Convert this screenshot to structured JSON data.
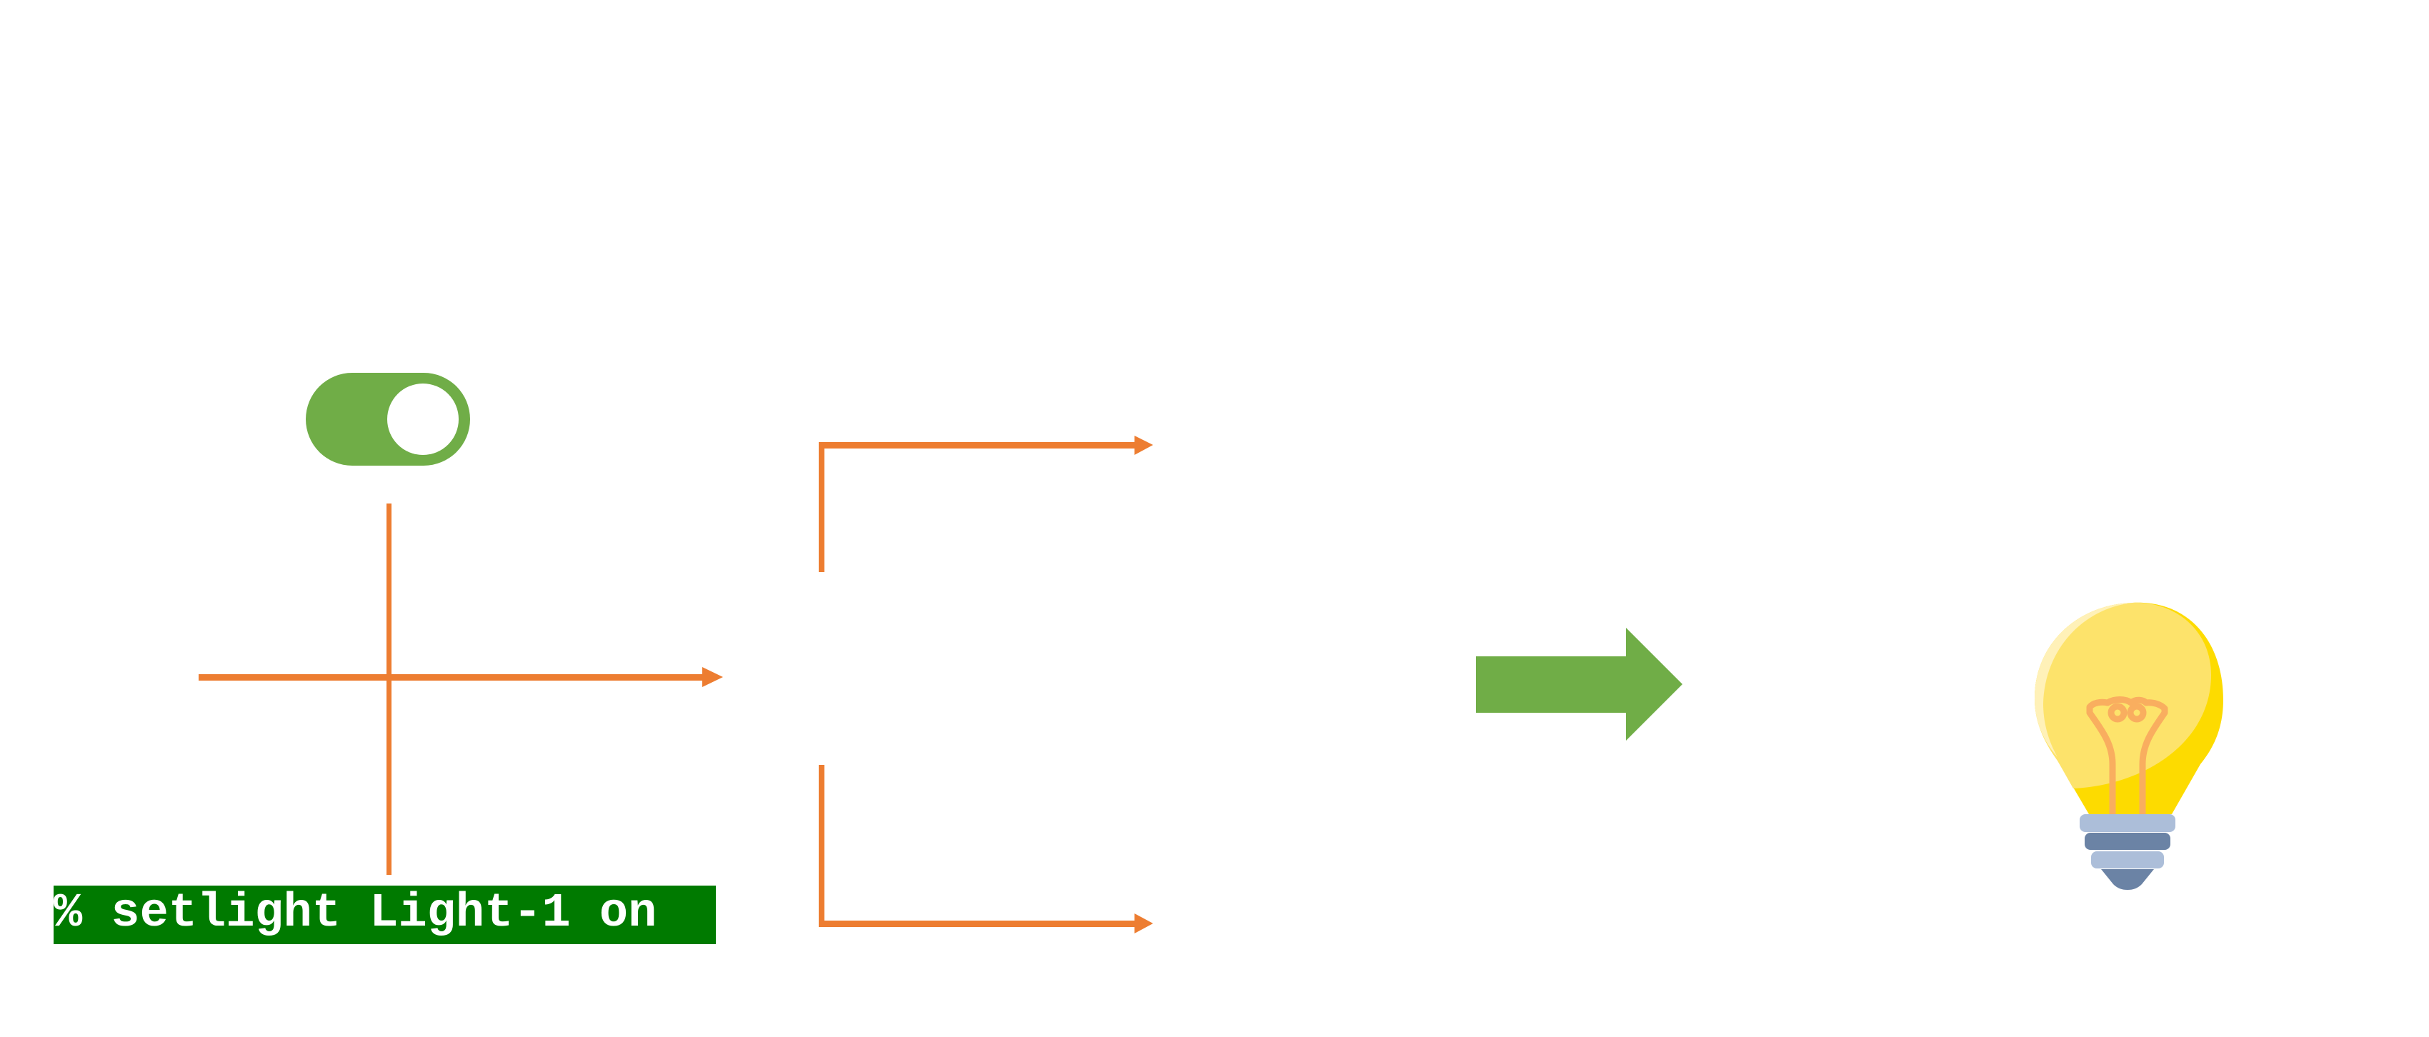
{
  "diagram": {
    "title": "",
    "colors": {
      "toggle": "#70AD47",
      "toggle_knob": "#FFFFFF",
      "connector": "#ED7D31",
      "command_bg": "#007A00",
      "command_text": "#FFFFFF",
      "flow_arrow": "#70AD47",
      "bulb_glass": "#FDE36B",
      "bulb_shade": "#FDDB00",
      "bulb_highlight": "#FFF1B8",
      "bulb_filament": "#F9AE5F",
      "bulb_base_light": "#ACBED9",
      "bulb_base_dark": "#6B83A5"
    },
    "nodes": [
      {
        "id": "toggle",
        "icon": "toggle-switch-icon",
        "state": "on"
      },
      {
        "id": "command",
        "label": "% setlight Light-1 on"
      },
      {
        "id": "branch",
        "icon": "branch-connector"
      },
      {
        "id": "flow-arrow",
        "icon": "arrow-right-icon"
      },
      {
        "id": "bulb",
        "icon": "lightbulb-icon",
        "state": "lit"
      }
    ],
    "command": {
      "text": "% setlight Light-1 on"
    }
  }
}
